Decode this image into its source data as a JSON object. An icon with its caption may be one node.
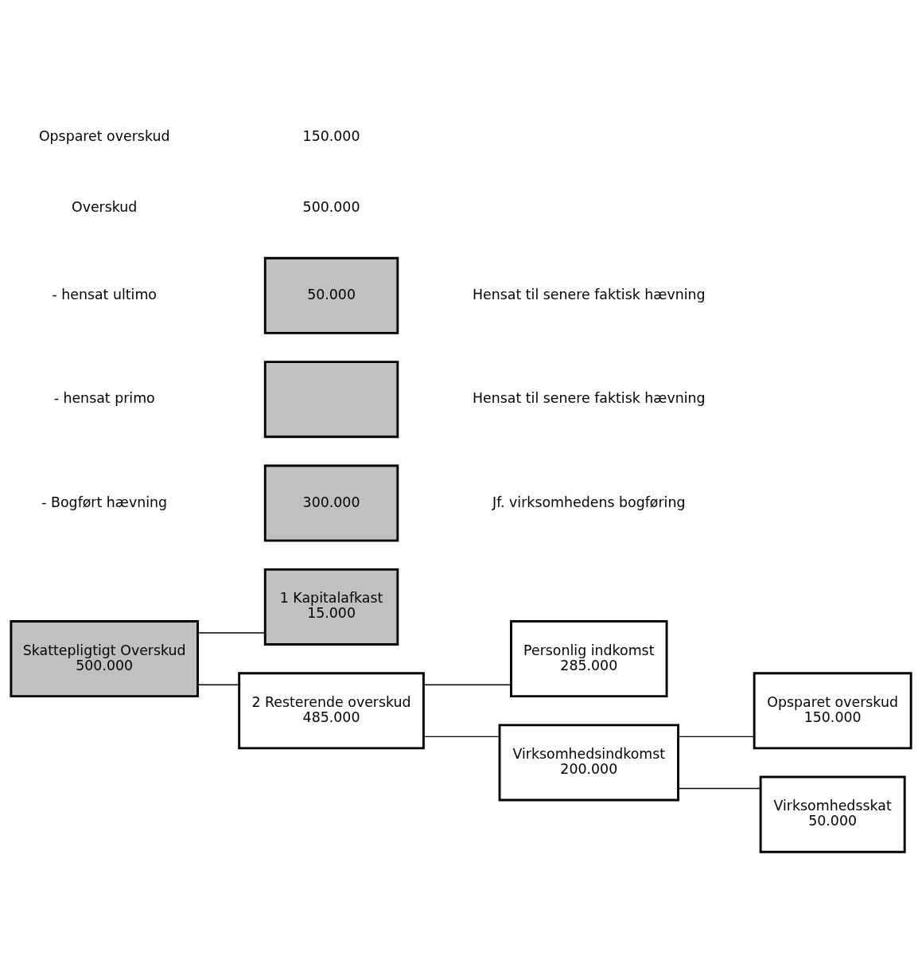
{
  "diagram": {
    "nodes": [
      {
        "text": [
          "Skattepligtigt Overskud",
          "500.000"
        ]
      },
      {
        "text": [
          "1 Kapitalafkast",
          "15.000"
        ]
      },
      {
        "text": [
          "2 Resterende overskud",
          "485.000"
        ]
      },
      {
        "text": [
          "Personlig indkomst",
          "285.000"
        ]
      },
      {
        "text": [
          "Virksomhedsindkomst",
          "200.000"
        ]
      },
      {
        "text": [
          "Opsparet overskud",
          "150.000"
        ]
      },
      {
        "text": [
          "Virksomhedsskat",
          "50.000"
        ]
      },
      {
        "text": [
          "300.000"
        ]
      },
      {
        "text": [],
        "shape": "box"
      },
      {
        "text": [
          "50.000"
        ]
      }
    ],
    "edges": [
      {
        "from": 0,
        "to": 1,
        "arrow": "none"
      },
      {
        "from": 0,
        "to": 2,
        "arrow": "none"
      },
      {
        "from": 2,
        "to": 3,
        "arrow": "none"
      },
      {
        "from": 2,
        "to": 4,
        "arrow": "none"
      },
      {
        "from": 4,
        "to": 5,
        "arrow": "none"
      },
      {
        "from": 4,
        "to": 6,
        "arrow": "none"
      }
    ],
    "labels": [
      "Overskud",
      "500.000",
      "- Bogført hævning",
      "Jf. virksomhedens bogføring",
      "- hensat primo",
      "Hensat til senere faktisk hævning",
      "- hensat ultimo",
      "Hensat til senere faktisk hævning",
      "Opsparet overskud",
      "150.000"
    ]
  }
}
